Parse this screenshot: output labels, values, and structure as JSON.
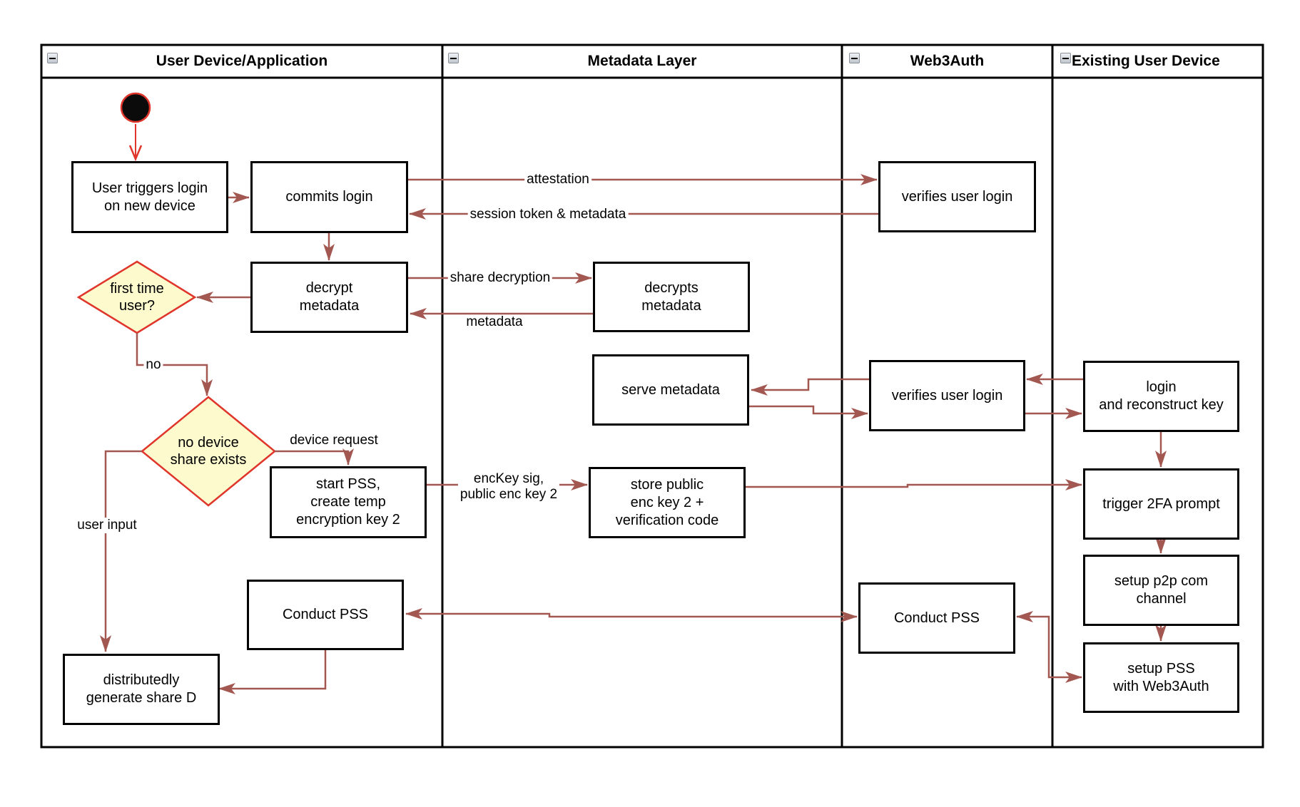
{
  "diagram": {
    "lanes": [
      {
        "id": "user-device",
        "label": "User Device/Application"
      },
      {
        "id": "metadata-layer",
        "label": "Metadata Layer"
      },
      {
        "id": "web3auth",
        "label": "Web3Auth"
      },
      {
        "id": "existing-user-device",
        "label": "Existing User Device"
      }
    ],
    "icons": {
      "collapse": "minus-icon"
    },
    "nodes": {
      "user_triggers": "User triggers login\non new device",
      "commits_login": "commits login",
      "decrypt_metadata": "decrypt\nmetadata",
      "first_time_user": "first time\nuser?",
      "no_device_share": "no device\nshare exists",
      "start_pss": "start PSS,\ncreate temp\nencryption key 2",
      "conduct_pss_user": "Conduct PSS",
      "distributedly_generate": "distributedly\ngenerate share D",
      "decrypts_metadata": "decrypts\nmetadata",
      "serve_metadata": "serve metadata",
      "store_public": "store public\nenc key 2 +\nverification code",
      "verifies_login_top": "verifies user login",
      "verifies_login_mid": "verifies user login",
      "conduct_pss_web3auth": "Conduct PSS",
      "login_reconstruct": "login\nand reconstruct key",
      "trigger_2fa": "trigger 2FA prompt",
      "setup_p2p": "setup p2p com\nchannel",
      "setup_pss": "setup PSS\nwith Web3Auth"
    },
    "edge_labels": {
      "attestation": "attestation",
      "session_token": "session token & metadata",
      "share_decryption": "share decryption",
      "metadata_return": "metadata",
      "no": "no",
      "device_request": "device request",
      "user_input": "user input",
      "enckey": "encKey sig,\npublic enc key 2"
    },
    "colors": {
      "arrow": "#a25750",
      "accent_red": "#e0352b",
      "decision_fill": "#fdfbcd",
      "node_border": "#000000",
      "node_fill": "#ffffff",
      "lane_border": "#000000"
    }
  }
}
